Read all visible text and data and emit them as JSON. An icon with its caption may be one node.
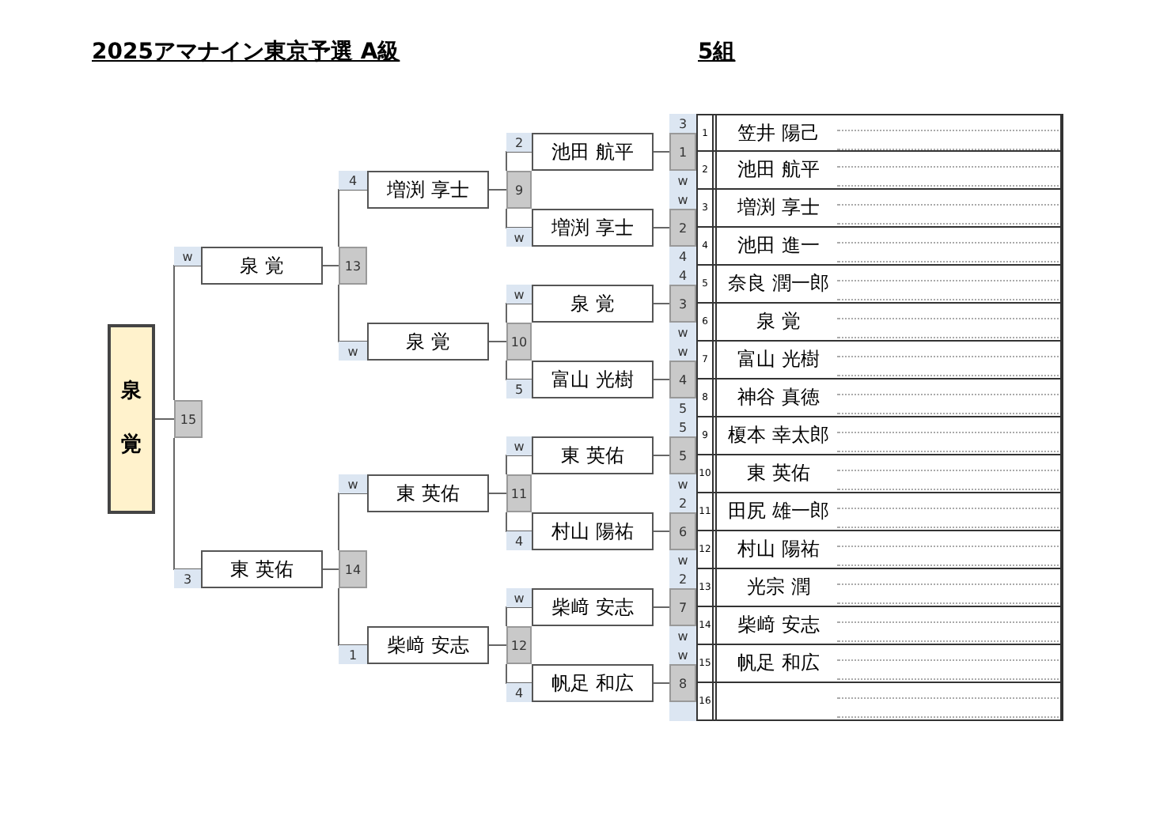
{
  "diagram": {
    "title": "2025アマナイン東京予選 A級",
    "nodes": [
      {
        "text": [
          "泉覚"
        ]
      },
      {
        "text": [
          "泉 覚"
        ],
        "beside": [
          "w"
        ]
      },
      {
        "text": [
          "東 英佑"
        ],
        "beside": [
          "3"
        ]
      },
      {
        "text": [
          "増渕 享士"
        ],
        "beside": [
          "4"
        ]
      },
      {
        "text": [
          "泉 覚"
        ],
        "beside": [
          "w"
        ]
      },
      {
        "text": [
          "東 英佑"
        ],
        "beside": [
          "w"
        ]
      },
      {
        "text": [
          "柴﨑 安志"
        ],
        "beside": [
          "1"
        ]
      },
      {
        "text": [
          "池田 航平"
        ],
        "beside": [
          "2"
        ]
      },
      {
        "text": [
          "増渕 享士"
        ],
        "beside": [
          "w"
        ]
      },
      {
        "text": [
          "泉 覚"
        ],
        "beside": [
          "w"
        ]
      },
      {
        "text": [
          "富山 光樹"
        ],
        "beside": [
          "5"
        ]
      },
      {
        "text": [
          "東 英佑"
        ],
        "beside": [
          "w"
        ]
      },
      {
        "text": [
          "村山 陽祐"
        ],
        "beside": [
          "4"
        ]
      },
      {
        "text": [
          "柴﨑 安志"
        ],
        "beside": [
          "w"
        ]
      },
      {
        "text": [
          "帆足 和広"
        ],
        "beside": [
          "4"
        ]
      },
      {
        "text": [
          "1"
        ],
        "beside": [
          "3",
          "w"
        ]
      },
      {
        "text": [
          "2"
        ],
        "beside": [
          "w",
          "4"
        ]
      },
      {
        "text": [
          "3"
        ],
        "beside": [
          "4",
          "w"
        ]
      },
      {
        "text": [
          "4"
        ],
        "beside": [
          "w",
          "5"
        ]
      },
      {
        "text": [
          "5"
        ],
        "beside": [
          "5",
          "w"
        ]
      },
      {
        "text": [
          "6"
        ],
        "beside": [
          "2",
          "w"
        ]
      },
      {
        "text": [
          "7"
        ],
        "beside": [
          "2",
          "w"
        ]
      },
      {
        "text": [
          "8"
        ],
        "beside": [
          "w"
        ]
      },
      {
        "text": [
          "9"
        ]
      },
      {
        "text": [
          "10"
        ]
      },
      {
        "text": [
          "11"
        ]
      },
      {
        "text": [
          "12"
        ]
      },
      {
        "text": [
          "13"
        ]
      },
      {
        "text": [
          "14"
        ]
      },
      {
        "text": [
          "15"
        ]
      },
      {
        "text": [
          "1",
          "笠井 陽己"
        ]
      },
      {
        "text": [
          "2",
          "池田 航平"
        ]
      },
      {
        "text": [
          "3",
          "増渕 享士"
        ]
      },
      {
        "text": [
          "4",
          "池田 進一"
        ]
      },
      {
        "text": [
          "5",
          "奈良 潤一郎"
        ]
      },
      {
        "text": [
          "6",
          "泉 覚"
        ]
      },
      {
        "text": [
          "7",
          "富山 光樹"
        ]
      },
      {
        "text": [
          "8",
          "神谷 真徳"
        ]
      },
      {
        "text": [
          "9",
          "榎本 幸太郎"
        ]
      },
      {
        "text": [
          "10",
          "東 英佑"
        ]
      },
      {
        "text": [
          "11",
          "田尻 雄一郎"
        ]
      },
      {
        "text": [
          "12",
          "村山 陽祐"
        ]
      },
      {
        "text": [
          "13",
          "光宗 潤"
        ]
      },
      {
        "text": [
          "14",
          "柴﨑 安志"
        ]
      },
      {
        "text": [
          "15",
          "帆足 和広"
        ]
      },
      {
        "text": [
          "16"
        ]
      }
    ],
    "edges": [
      {
        "from": 29,
        "to": 0,
        "arrow": "none"
      },
      {
        "from": 29,
        "to": 1,
        "arrow": "none"
      },
      {
        "from": 29,
        "to": 2,
        "arrow": "none"
      },
      {
        "from": 27,
        "to": 1,
        "arrow": "none"
      },
      {
        "from": 27,
        "to": 3,
        "arrow": "none"
      },
      {
        "from": 27,
        "to": 4,
        "arrow": "none"
      },
      {
        "from": 28,
        "to": 2,
        "arrow": "none"
      },
      {
        "from": 28,
        "to": 5,
        "arrow": "none"
      },
      {
        "from": 28,
        "to": 6,
        "arrow": "none"
      },
      {
        "from": 23,
        "to": 3,
        "arrow": "none"
      },
      {
        "from": 23,
        "to": 7,
        "arrow": "none"
      },
      {
        "from": 23,
        "to": 8,
        "arrow": "none"
      },
      {
        "from": 24,
        "to": 4,
        "arrow": "none"
      },
      {
        "from": 24,
        "to": 9,
        "arrow": "none"
      },
      {
        "from": 24,
        "to": 10,
        "arrow": "none"
      },
      {
        "from": 25,
        "to": 5,
        "arrow": "none"
      },
      {
        "from": 25,
        "to": 11,
        "arrow": "none"
      },
      {
        "from": 25,
        "to": 12,
        "arrow": "none"
      },
      {
        "from": 26,
        "to": 6,
        "arrow": "none"
      },
      {
        "from": 26,
        "to": 13,
        "arrow": "none"
      },
      {
        "from": 26,
        "to": 14,
        "arrow": "none"
      },
      {
        "from": 15,
        "to": 7,
        "arrow": "none"
      },
      {
        "from": 16,
        "to": 8,
        "arrow": "none"
      },
      {
        "from": 17,
        "to": 9,
        "arrow": "none"
      },
      {
        "from": 18,
        "to": 10,
        "arrow": "none"
      },
      {
        "from": 19,
        "to": 11,
        "arrow": "none"
      },
      {
        "from": 20,
        "to": 12,
        "arrow": "none"
      },
      {
        "from": 21,
        "to": 13,
        "arrow": "none"
      },
      {
        "from": 22,
        "to": 14,
        "arrow": "none"
      }
    ],
    "labels": [
      "5組"
    ]
  }
}
